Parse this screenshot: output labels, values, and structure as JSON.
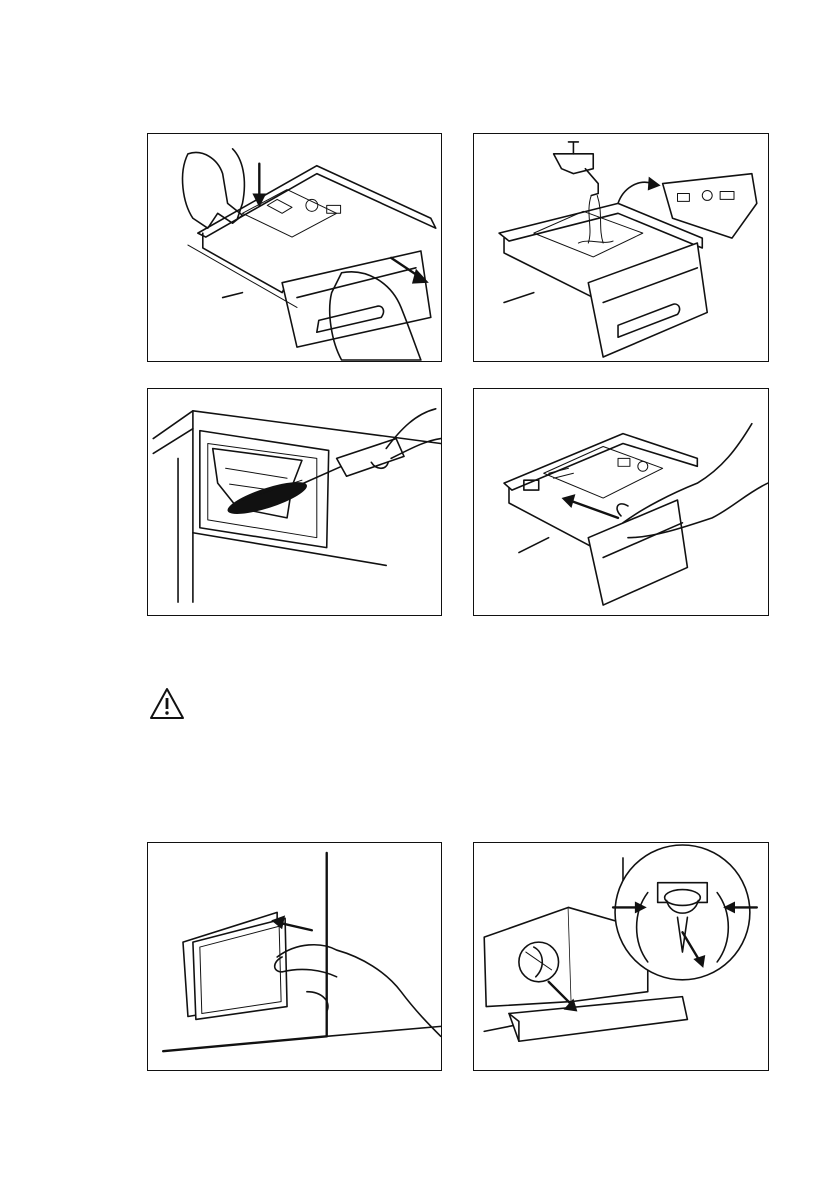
{
  "figures": [
    {
      "id": "dispenser-press-release",
      "icon": "dispenser-drawer-remove-illustration"
    },
    {
      "id": "dispenser-rinse-tap",
      "icon": "dispenser-drawer-rinse-illustration"
    },
    {
      "id": "dispenser-recess-brush",
      "icon": "dispenser-recess-cleaning-brush-illustration"
    },
    {
      "id": "dispenser-reinsert",
      "icon": "dispenser-drawer-insert-illustration"
    },
    {
      "id": "filter-door-open",
      "icon": "filter-flap-open-illustration"
    },
    {
      "id": "filter-drain-hose",
      "icon": "emergency-drain-hose-illustration"
    }
  ],
  "warning": {
    "icon": "warning-triangle-icon"
  }
}
